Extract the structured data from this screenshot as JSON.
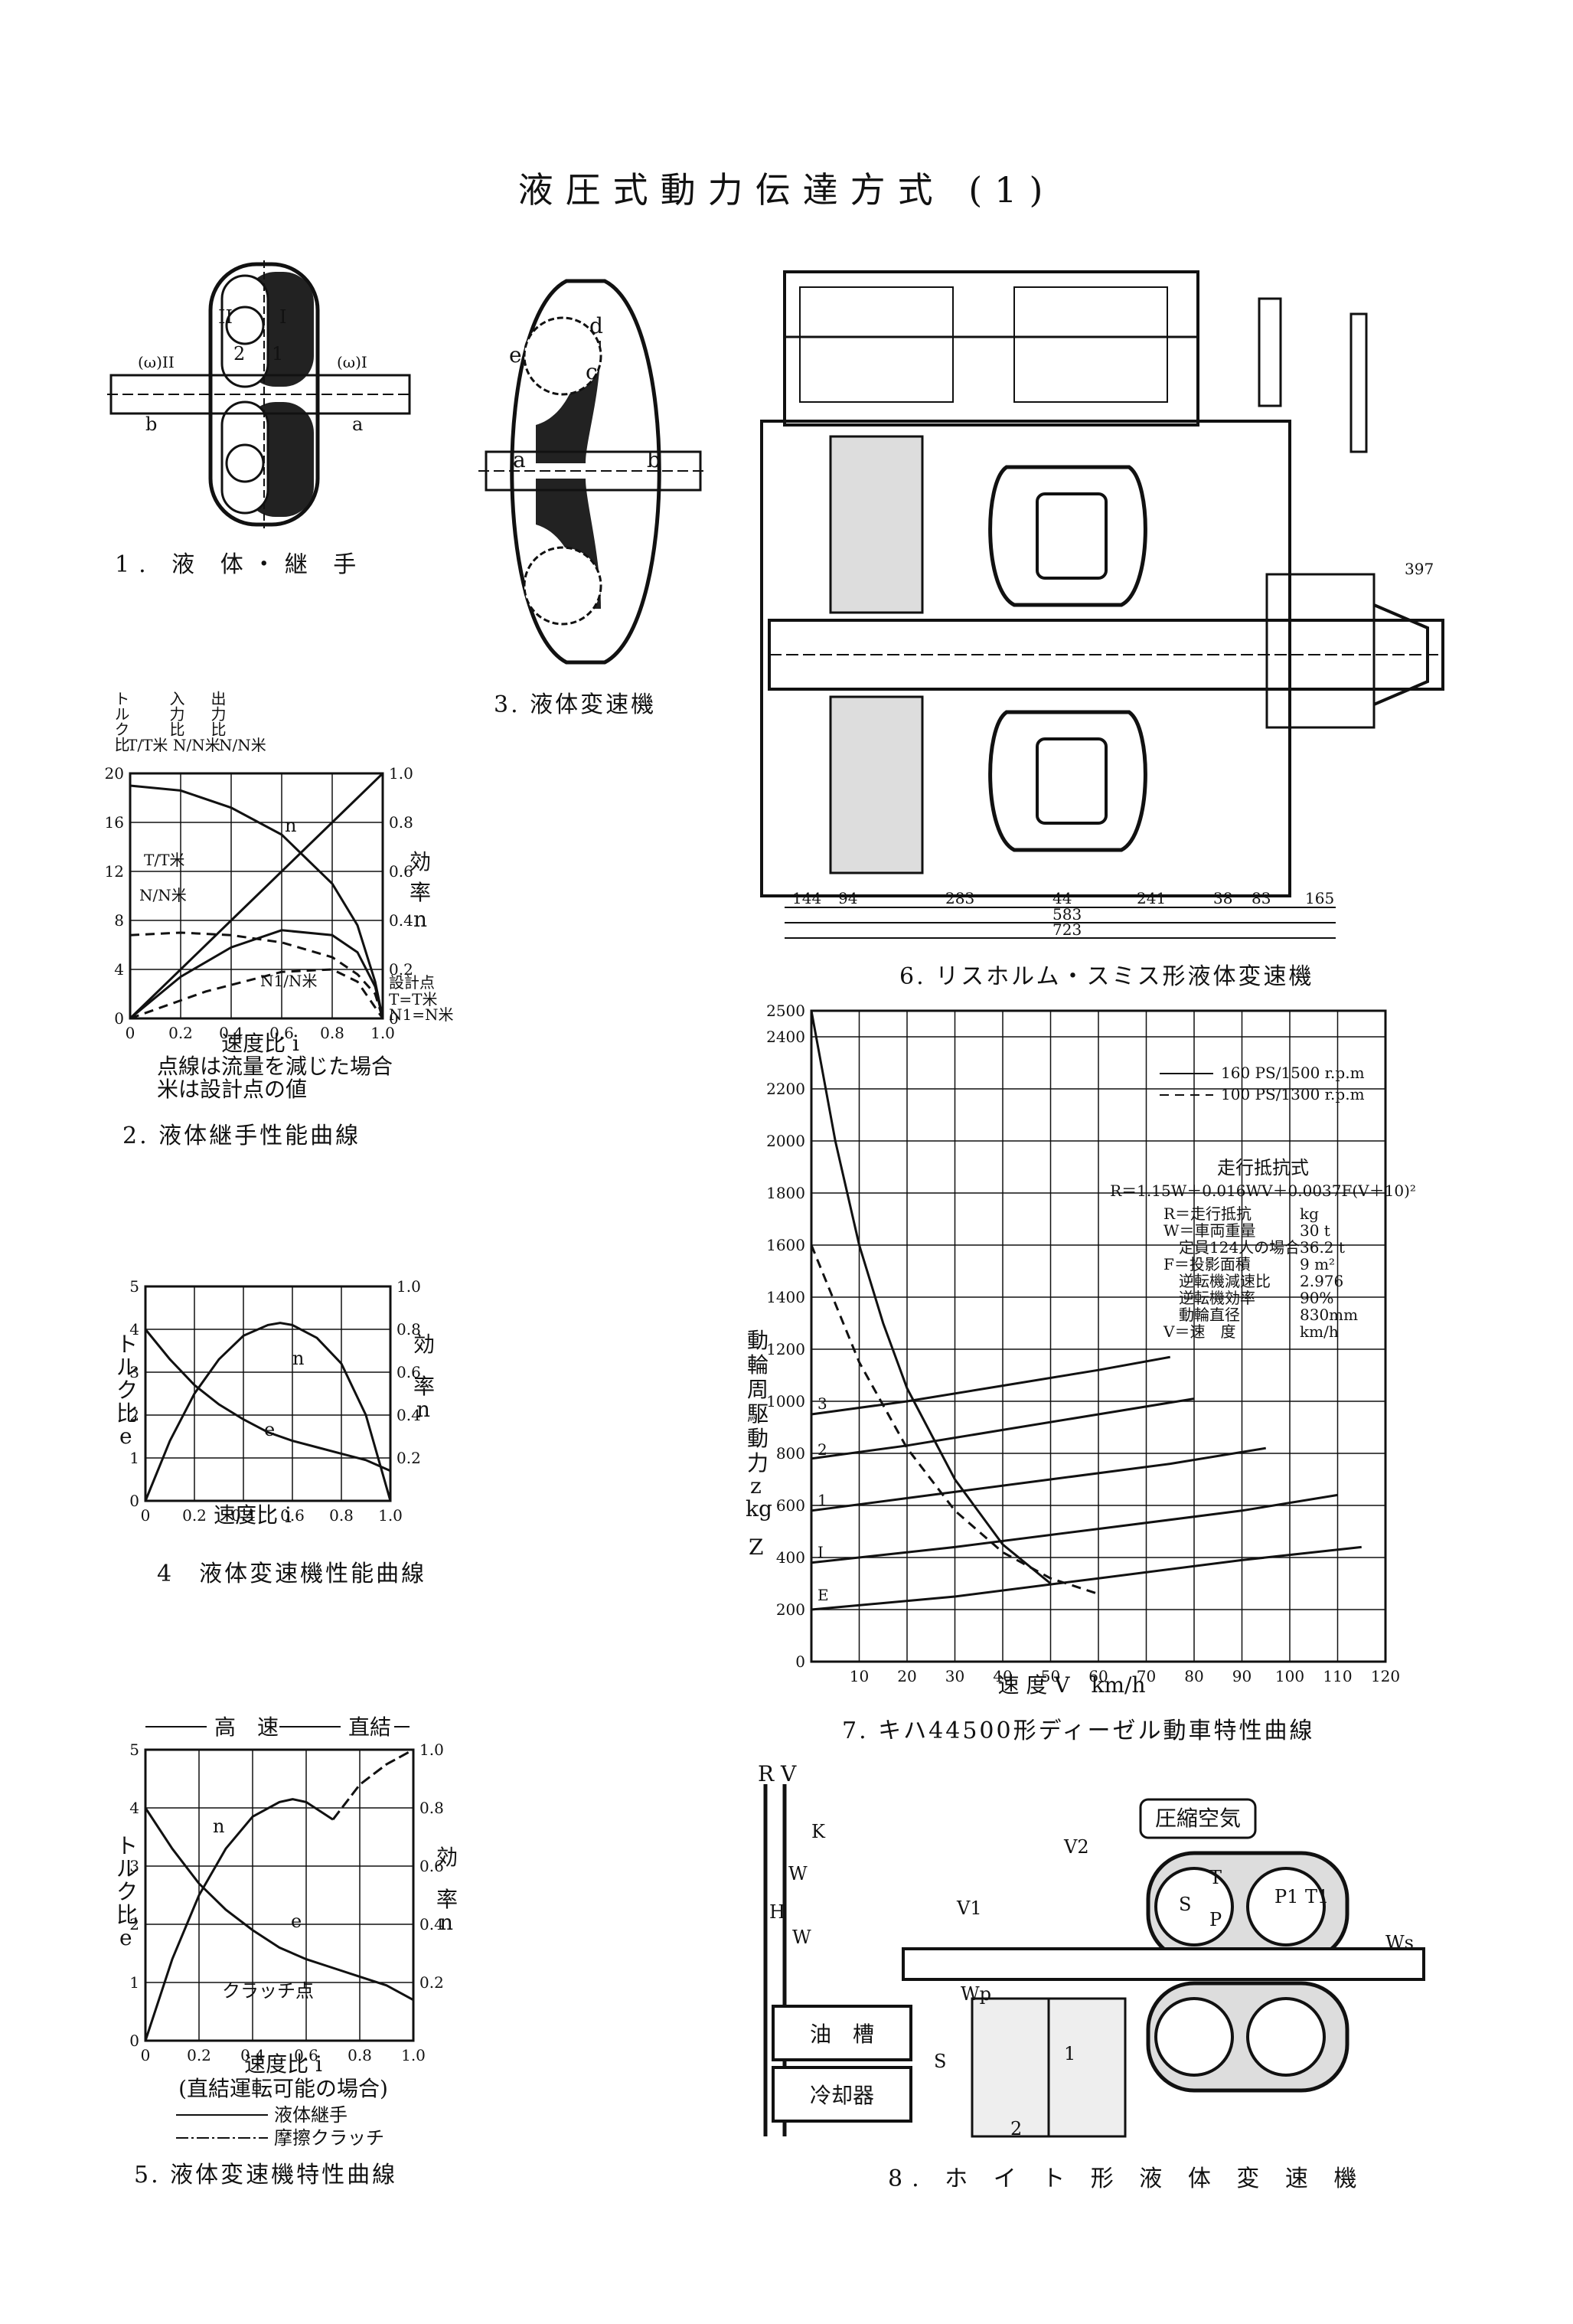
{
  "page_title": "液圧式動力伝達方式 (1)",
  "fig1": {
    "caption": "1. 液 体・継 手",
    "labels": [
      "II",
      "I",
      "2",
      "1",
      "(ω)II",
      "(ω)I",
      "b",
      "a"
    ]
  },
  "fig3": {
    "caption": "3. 液体変速機",
    "labels": [
      "e",
      "d",
      "c",
      "a",
      "b"
    ]
  },
  "fig2": {
    "caption": "2. 液体継手性能曲線",
    "note1": "点線は流量を減じた場合",
    "note2": "米は設計点の値",
    "col_heads": [
      "トルク比",
      "入力比",
      "出力比"
    ],
    "col_subs": [
      "T/T米",
      "N/N米",
      "N/N米"
    ],
    "curve_labels": [
      "n",
      "T/T米",
      "N/N米",
      "N1/N米"
    ],
    "design_point": [
      "設計点",
      "T=T米",
      "N1=N米"
    ],
    "right_label": [
      "効",
      "率",
      "n"
    ],
    "chart_data": {
      "type": "line",
      "xlabel": "速度比 i",
      "xticks": [
        "0",
        "0.2",
        "0.4",
        "0.6",
        "0.8",
        "1.0"
      ],
      "yticks_left": [
        "0",
        "4",
        "8",
        "12",
        "16",
        "20"
      ],
      "yticks_right": [
        "0",
        "0.2",
        "0.4",
        "0.6",
        "0.8",
        "1.0"
      ],
      "xlim": [
        0,
        1
      ],
      "ylim_left": [
        0,
        20
      ],
      "ylim_right": [
        0,
        1
      ],
      "series": [
        {
          "x": [
            0,
            0.2,
            0.4,
            0.6,
            0.8,
            0.9,
            1.0
          ],
          "y": [
            0,
            0.2,
            0.4,
            0.6,
            0.8,
            0.9,
            1.0
          ]
        },
        {
          "x": [
            0,
            0.2,
            0.4,
            0.6,
            0.8,
            0.9,
            0.97,
            1.0
          ],
          "y": [
            0.95,
            0.93,
            0.86,
            0.75,
            0.55,
            0.38,
            0.15,
            0
          ]
        },
        {
          "x": [
            0,
            0.2,
            0.4,
            0.6,
            0.8,
            0.9,
            0.97,
            1.0
          ],
          "y": [
            0,
            0.17,
            0.29,
            0.36,
            0.34,
            0.27,
            0.13,
            0
          ]
        },
        {
          "x": [
            0,
            0.2,
            0.4,
            0.6,
            0.8,
            0.9,
            0.97,
            1.0
          ],
          "y": [
            0.34,
            0.35,
            0.34,
            0.31,
            0.25,
            0.18,
            0.1,
            0
          ]
        },
        {
          "x": [
            0,
            0.3,
            0.6,
            0.8,
            0.9,
            1.0
          ],
          "y": [
            0,
            0.11,
            0.19,
            0.2,
            0.15,
            0
          ]
        }
      ]
    }
  },
  "fig4": {
    "caption": "4　液体変速機性能曲線",
    "left_label": [
      "ト",
      "ル",
      "ク",
      "比",
      "e"
    ],
    "right_label": [
      "効",
      "率",
      "n"
    ],
    "curve_labels": [
      "n",
      "e"
    ],
    "chart_data": {
      "type": "line",
      "xlabel": "速度比 i",
      "xticks": [
        "0",
        "0.2",
        "0.4",
        "0.6",
        "0.8",
        "1.0"
      ],
      "yticks_left": [
        "0",
        "1",
        "2",
        "3",
        "4",
        "5"
      ],
      "yticks_right": [
        "0.2",
        "0.4",
        "0.6",
        "0.8",
        "1.0"
      ],
      "xlim": [
        0,
        1
      ],
      "ylim_left": [
        0,
        5
      ],
      "ylim_right": [
        0,
        1
      ],
      "series": [
        {
          "name": "e",
          "x": [
            0,
            0.1,
            0.2,
            0.3,
            0.4,
            0.5,
            0.6,
            0.7,
            0.8,
            0.9,
            1.0
          ],
          "y": [
            4.0,
            3.3,
            2.7,
            2.25,
            1.9,
            1.6,
            1.4,
            1.25,
            1.1,
            0.95,
            0.7
          ]
        },
        {
          "name": "n",
          "x": [
            0,
            0.1,
            0.2,
            0.3,
            0.4,
            0.5,
            0.55,
            0.6,
            0.7,
            0.8,
            0.9,
            1.0
          ],
          "y": [
            0,
            0.28,
            0.5,
            0.66,
            0.77,
            0.82,
            0.83,
            0.82,
            0.76,
            0.64,
            0.4,
            0
          ]
        }
      ]
    }
  },
  "fig5": {
    "caption": "5. 液体変速機特性曲線",
    "top_labels": [
      "高　速",
      "直結"
    ],
    "clutch_point": "クラッチ点",
    "left_label": [
      "ト",
      "ル",
      "ク",
      "比",
      "e"
    ],
    "right_label": [
      "効",
      "率",
      "n"
    ],
    "curve_labels": [
      "n",
      "e"
    ],
    "note": "(直結運転可能の場合)",
    "legend": [
      "液体継手",
      "摩擦クラッチ"
    ],
    "chart_data": {
      "type": "line",
      "xlabel": "速度比 i",
      "xticks": [
        "0",
        "0.2",
        "0.4",
        "0.6",
        "0.8",
        "1.0"
      ],
      "yticks_left": [
        "0",
        "1",
        "2",
        "3",
        "4",
        "5"
      ],
      "yticks_right": [
        "0.2",
        "0.4",
        "0.6",
        "0.8",
        "1.0"
      ],
      "xlim": [
        0,
        1
      ],
      "ylim_left": [
        0,
        5
      ],
      "ylim_right": [
        0,
        1
      ],
      "series": [
        {
          "name": "e",
          "x": [
            0,
            0.1,
            0.2,
            0.3,
            0.4,
            0.5,
            0.6,
            0.7,
            0.8,
            0.9,
            1.0
          ],
          "y": [
            4.0,
            3.3,
            2.7,
            2.25,
            1.9,
            1.6,
            1.4,
            1.25,
            1.1,
            0.95,
            0.7
          ]
        },
        {
          "name": "n",
          "x": [
            0,
            0.1,
            0.2,
            0.3,
            0.4,
            0.5,
            0.55,
            0.6,
            0.7
          ],
          "y": [
            0,
            0.28,
            0.5,
            0.66,
            0.77,
            0.82,
            0.83,
            0.82,
            0.76
          ]
        },
        {
          "name": "n-液体継手",
          "x": [
            0.7,
            0.75,
            0.8,
            0.9,
            1.0
          ],
          "y": [
            0.76,
            0.82,
            0.88,
            0.95,
            1.0
          ]
        },
        {
          "name": "n-摩擦クラッチ",
          "x": [
            0.7,
            0.8,
            0.9,
            1.0
          ],
          "y": [
            1.0,
            1.0,
            1.0,
            1.0
          ]
        }
      ]
    }
  },
  "fig6": {
    "caption": "6. リスホルム・スミス形液体変速機",
    "dims": [
      "144",
      "94",
      "283",
      "44",
      "241",
      "38",
      "83",
      "165",
      "583",
      "723",
      "397"
    ]
  },
  "fig7": {
    "caption": "7. キハ44500形ディーゼル動車特性曲線",
    "legend": [
      "160 PS/1500 r.p.m",
      "100 PS/1300 r.p.m"
    ],
    "formula_title": "走行抵抗式",
    "formula": "R＝1.15W＋0.016WV＋0.0037F(V＋10)²",
    "params": [
      [
        "R＝走行抵抗",
        "kg"
      ],
      [
        "W＝車両重量",
        "30 t"
      ],
      [
        "　定員124人の場合",
        "36.2 t"
      ],
      [
        "F＝投影面積",
        "9 m²"
      ],
      [
        "　逆転機減速比",
        "2.976"
      ],
      [
        "　逆転機効率",
        "90%"
      ],
      [
        "　動輪直径",
        "830mm"
      ],
      [
        "V＝速　度",
        "km/h"
      ]
    ],
    "left_label": [
      "動",
      "輪",
      "周",
      "駆",
      "動",
      "力",
      "z",
      "kg"
    ],
    "z_label": "Z",
    "curve_marks": [
      "3",
      "2",
      "1",
      "I",
      "E"
    ],
    "chart_data": {
      "type": "line",
      "xlabel": "速 度 V　km/h",
      "xticks": [
        "10",
        "20",
        "30",
        "40",
        "50",
        "60",
        "70",
        "80",
        "90",
        "100",
        "110",
        "120"
      ],
      "yticks": [
        "0",
        "200",
        "400",
        "600",
        "800",
        "1000",
        "1200",
        "1400",
        "1600",
        "1800",
        "2000",
        "2200",
        "2400",
        "2500"
      ],
      "xlim": [
        0,
        120
      ],
      "ylim": [
        0,
        2500
      ],
      "series": [
        {
          "x": [
            0,
            20,
            40,
            60,
            75
          ],
          "y": [
            950,
            1000,
            1060,
            1120,
            1170
          ]
        },
        {
          "x": [
            0,
            20,
            40,
            60,
            80
          ],
          "y": [
            780,
            830,
            890,
            950,
            1010
          ]
        },
        {
          "x": [
            0,
            25,
            50,
            75,
            95
          ],
          "y": [
            580,
            640,
            700,
            760,
            820
          ]
        },
        {
          "x": [
            0,
            30,
            60,
            90,
            110
          ],
          "y": [
            380,
            440,
            510,
            580,
            640
          ]
        },
        {
          "x": [
            0,
            30,
            60,
            90,
            115
          ],
          "y": [
            200,
            250,
            320,
            390,
            440
          ]
        },
        {
          "x": [
            0,
            5,
            10,
            15,
            20,
            30,
            40,
            50
          ],
          "y": [
            2500,
            2000,
            1600,
            1300,
            1050,
            700,
            450,
            300
          ]
        },
        {
          "x": [
            0,
            10,
            20,
            30,
            40,
            50,
            60
          ],
          "y": [
            1600,
            1150,
            820,
            580,
            420,
            320,
            260
          ]
        }
      ]
    }
  },
  "fig8": {
    "caption": "8. ホ イ ト 形 液 体 変 速 機",
    "labels": [
      "R",
      "V",
      "K",
      "W",
      "H",
      "W",
      "V1",
      "V2",
      "S",
      "T",
      "P",
      "P1",
      "T1",
      "Ws",
      "Wp",
      "S",
      "1",
      "2"
    ],
    "box_labels": [
      "圧縮空気",
      "油　槽",
      "冷却器"
    ]
  }
}
